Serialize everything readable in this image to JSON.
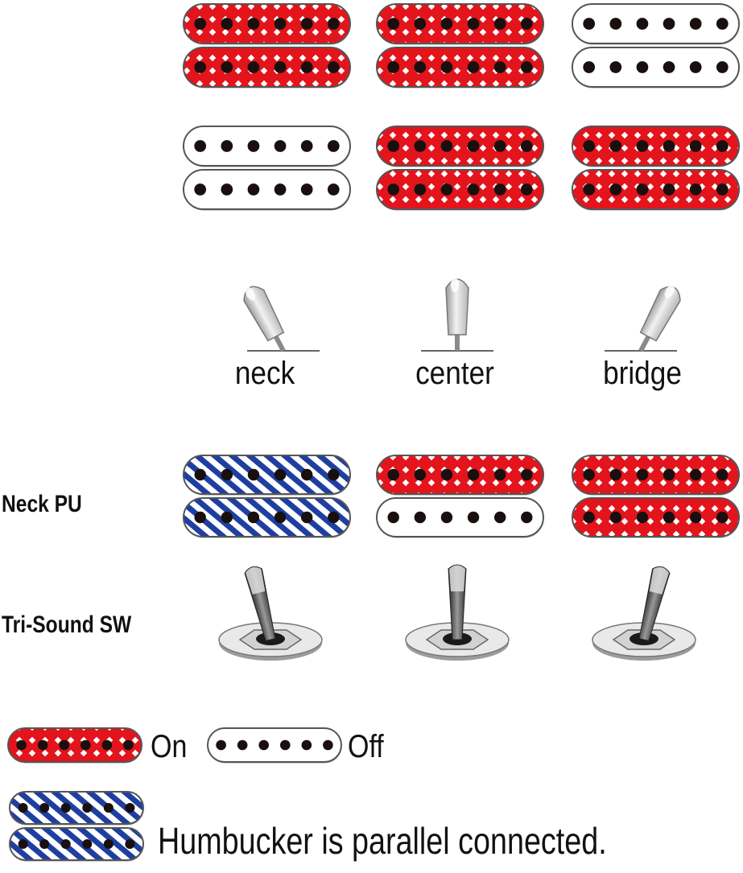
{
  "colors": {
    "on": "#e3141c",
    "parallel": "#1f3fa0",
    "off_fill": "#ffffff",
    "pole": "#1a0f0f",
    "outline": "#555555"
  },
  "positions": [
    {
      "label": "neck",
      "top_pickups": {
        "upper": "on",
        "lower": "off"
      },
      "upper_switch_angle": -28,
      "neck_pu": "parallel",
      "tri_sound_angle": -14
    },
    {
      "label": "center",
      "top_pickups": {
        "upper": "on",
        "lower": "on"
      },
      "upper_switch_angle": 0,
      "neck_pu": "upper_coil",
      "tri_sound_angle": 0
    },
    {
      "label": "bridge",
      "top_pickups": {
        "upper": "off",
        "lower": "on"
      },
      "upper_switch_angle": 28,
      "neck_pu": "series",
      "tri_sound_angle": 14
    }
  ],
  "rows": {
    "neck_pu_label": "Neck PU",
    "tri_sound_label": "Tri-Sound SW"
  },
  "legend": {
    "on_label": "On",
    "off_label": "Off",
    "parallel_label": "Humbucker is parallel connected."
  }
}
